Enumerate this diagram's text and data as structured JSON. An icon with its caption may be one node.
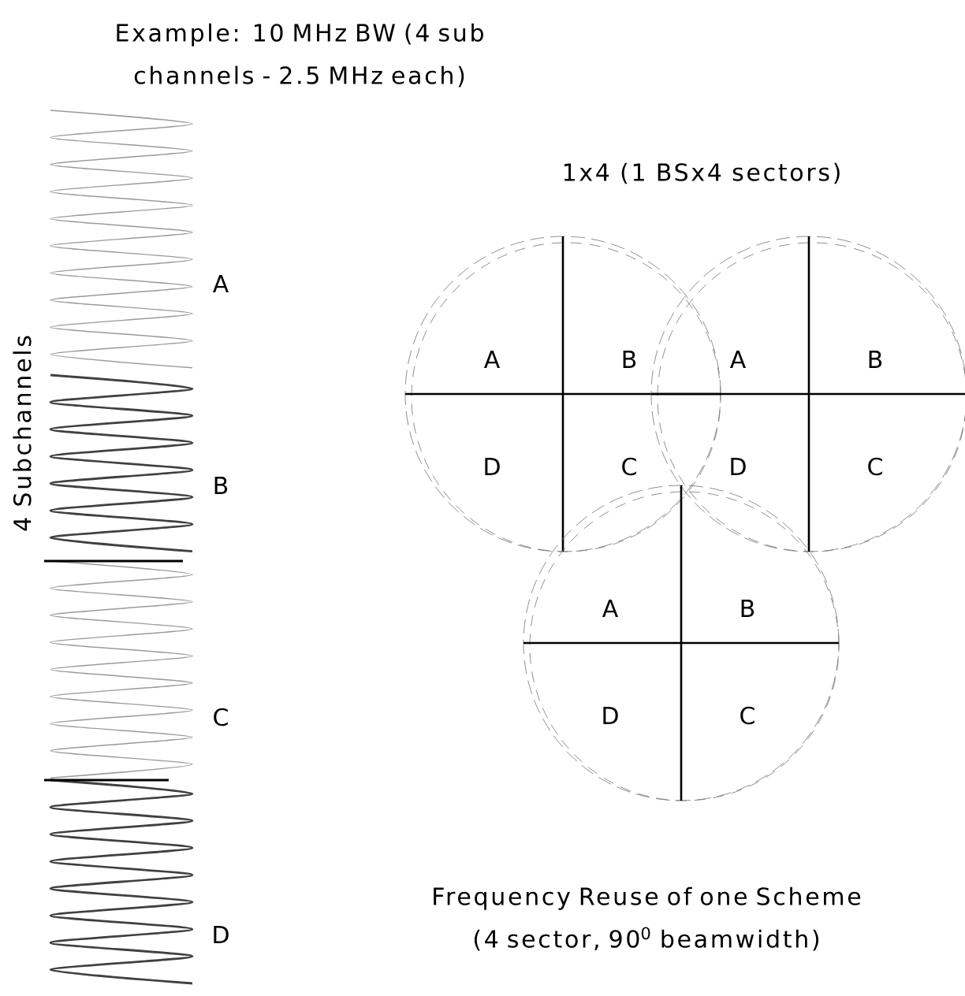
{
  "diagram": {
    "title": "Example: 10 MHz BW (4 sub channels - 2.5 MHz each)",
    "caption": "Frequency Reuse of one Scheme (4 sector, 90$^{0}$ beamwidth)",
    "nodes": [
      {
        "text": [
          "A",
          "B",
          "D",
          "C"
        ]
      },
      {
        "text": [
          "A",
          "B",
          "D",
          "C"
        ]
      },
      {
        "text": [
          "A",
          "B",
          "D",
          "C"
        ]
      }
    ],
    "labels": [
      "4 Subchannels",
      "A",
      "B",
      "C",
      "D",
      "1x4 (1 BSx4 sectors)"
    ]
  }
}
